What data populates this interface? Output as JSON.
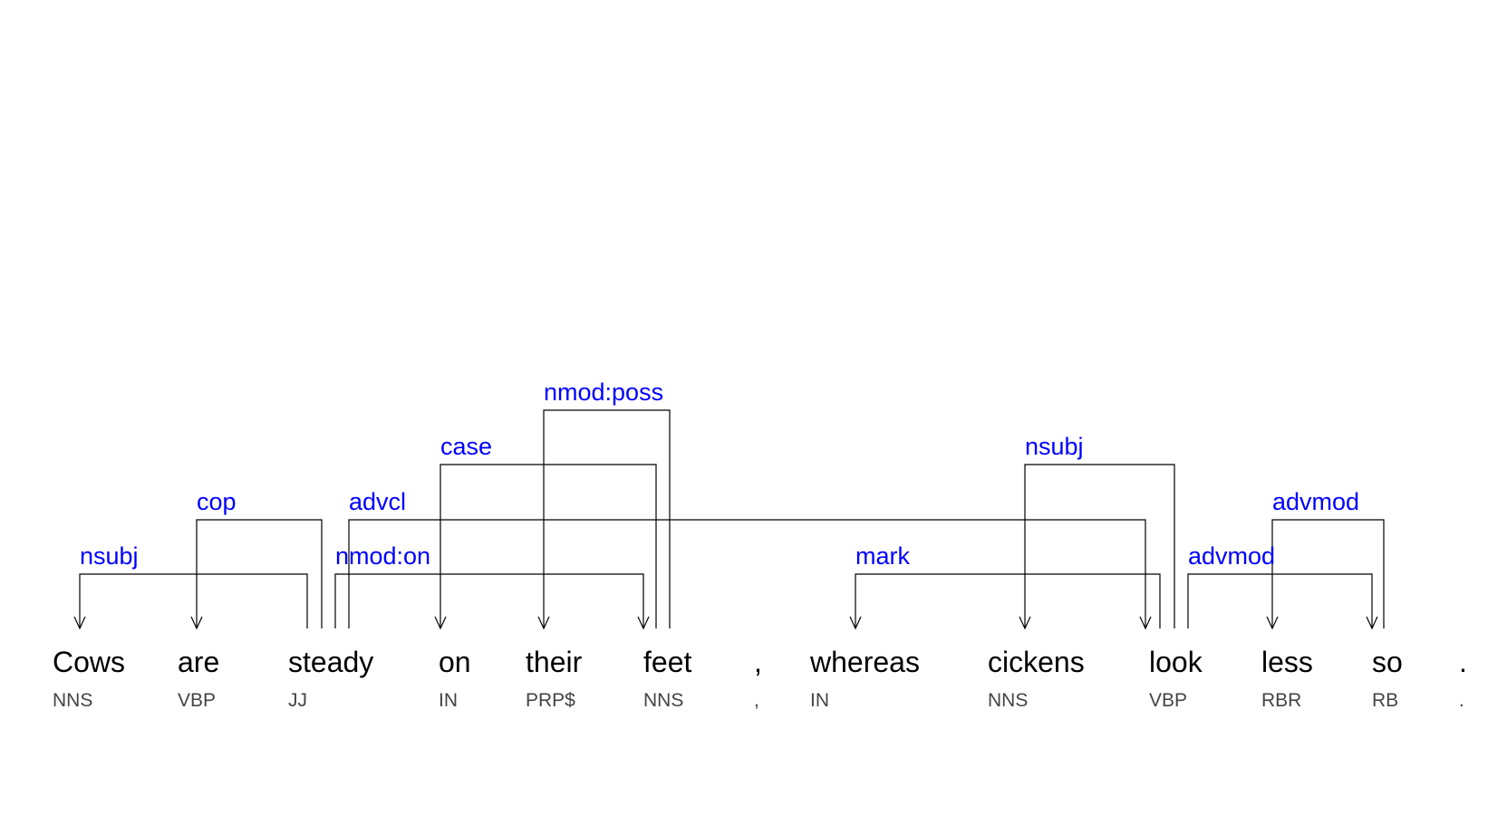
{
  "tokens": [
    {
      "word": "Cows",
      "tag": "NNS"
    },
    {
      "word": "are",
      "tag": "VBP"
    },
    {
      "word": "steady",
      "tag": "JJ"
    },
    {
      "word": "on",
      "tag": "IN"
    },
    {
      "word": "their",
      "tag": "PRP$"
    },
    {
      "word": "feet",
      "tag": "NNS"
    },
    {
      "word": ",",
      "tag": ","
    },
    {
      "word": "whereas",
      "tag": "IN"
    },
    {
      "word": "cickens",
      "tag": "NNS"
    },
    {
      "word": "look",
      "tag": "VBP"
    },
    {
      "word": "less",
      "tag": "RBR"
    },
    {
      "word": "so",
      "tag": "RB"
    },
    {
      "word": ".",
      "tag": "."
    }
  ],
  "dependencies": [
    {
      "label": "nsubj",
      "head": 2,
      "dependent": 0
    },
    {
      "label": "cop",
      "head": 2,
      "dependent": 1
    },
    {
      "label": "advcl",
      "head": 2,
      "dependent": 9
    },
    {
      "label": "nmod:on",
      "head": 2,
      "dependent": 5
    },
    {
      "label": "case",
      "head": 5,
      "dependent": 3
    },
    {
      "label": "nmod:poss",
      "head": 5,
      "dependent": 4
    },
    {
      "label": "mark",
      "head": 9,
      "dependent": 7
    },
    {
      "label": "nsubj",
      "head": 9,
      "dependent": 8
    },
    {
      "label": "advmod",
      "head": 9,
      "dependent": 11
    },
    {
      "label": "advmod",
      "head": 11,
      "dependent": 10
    }
  ]
}
